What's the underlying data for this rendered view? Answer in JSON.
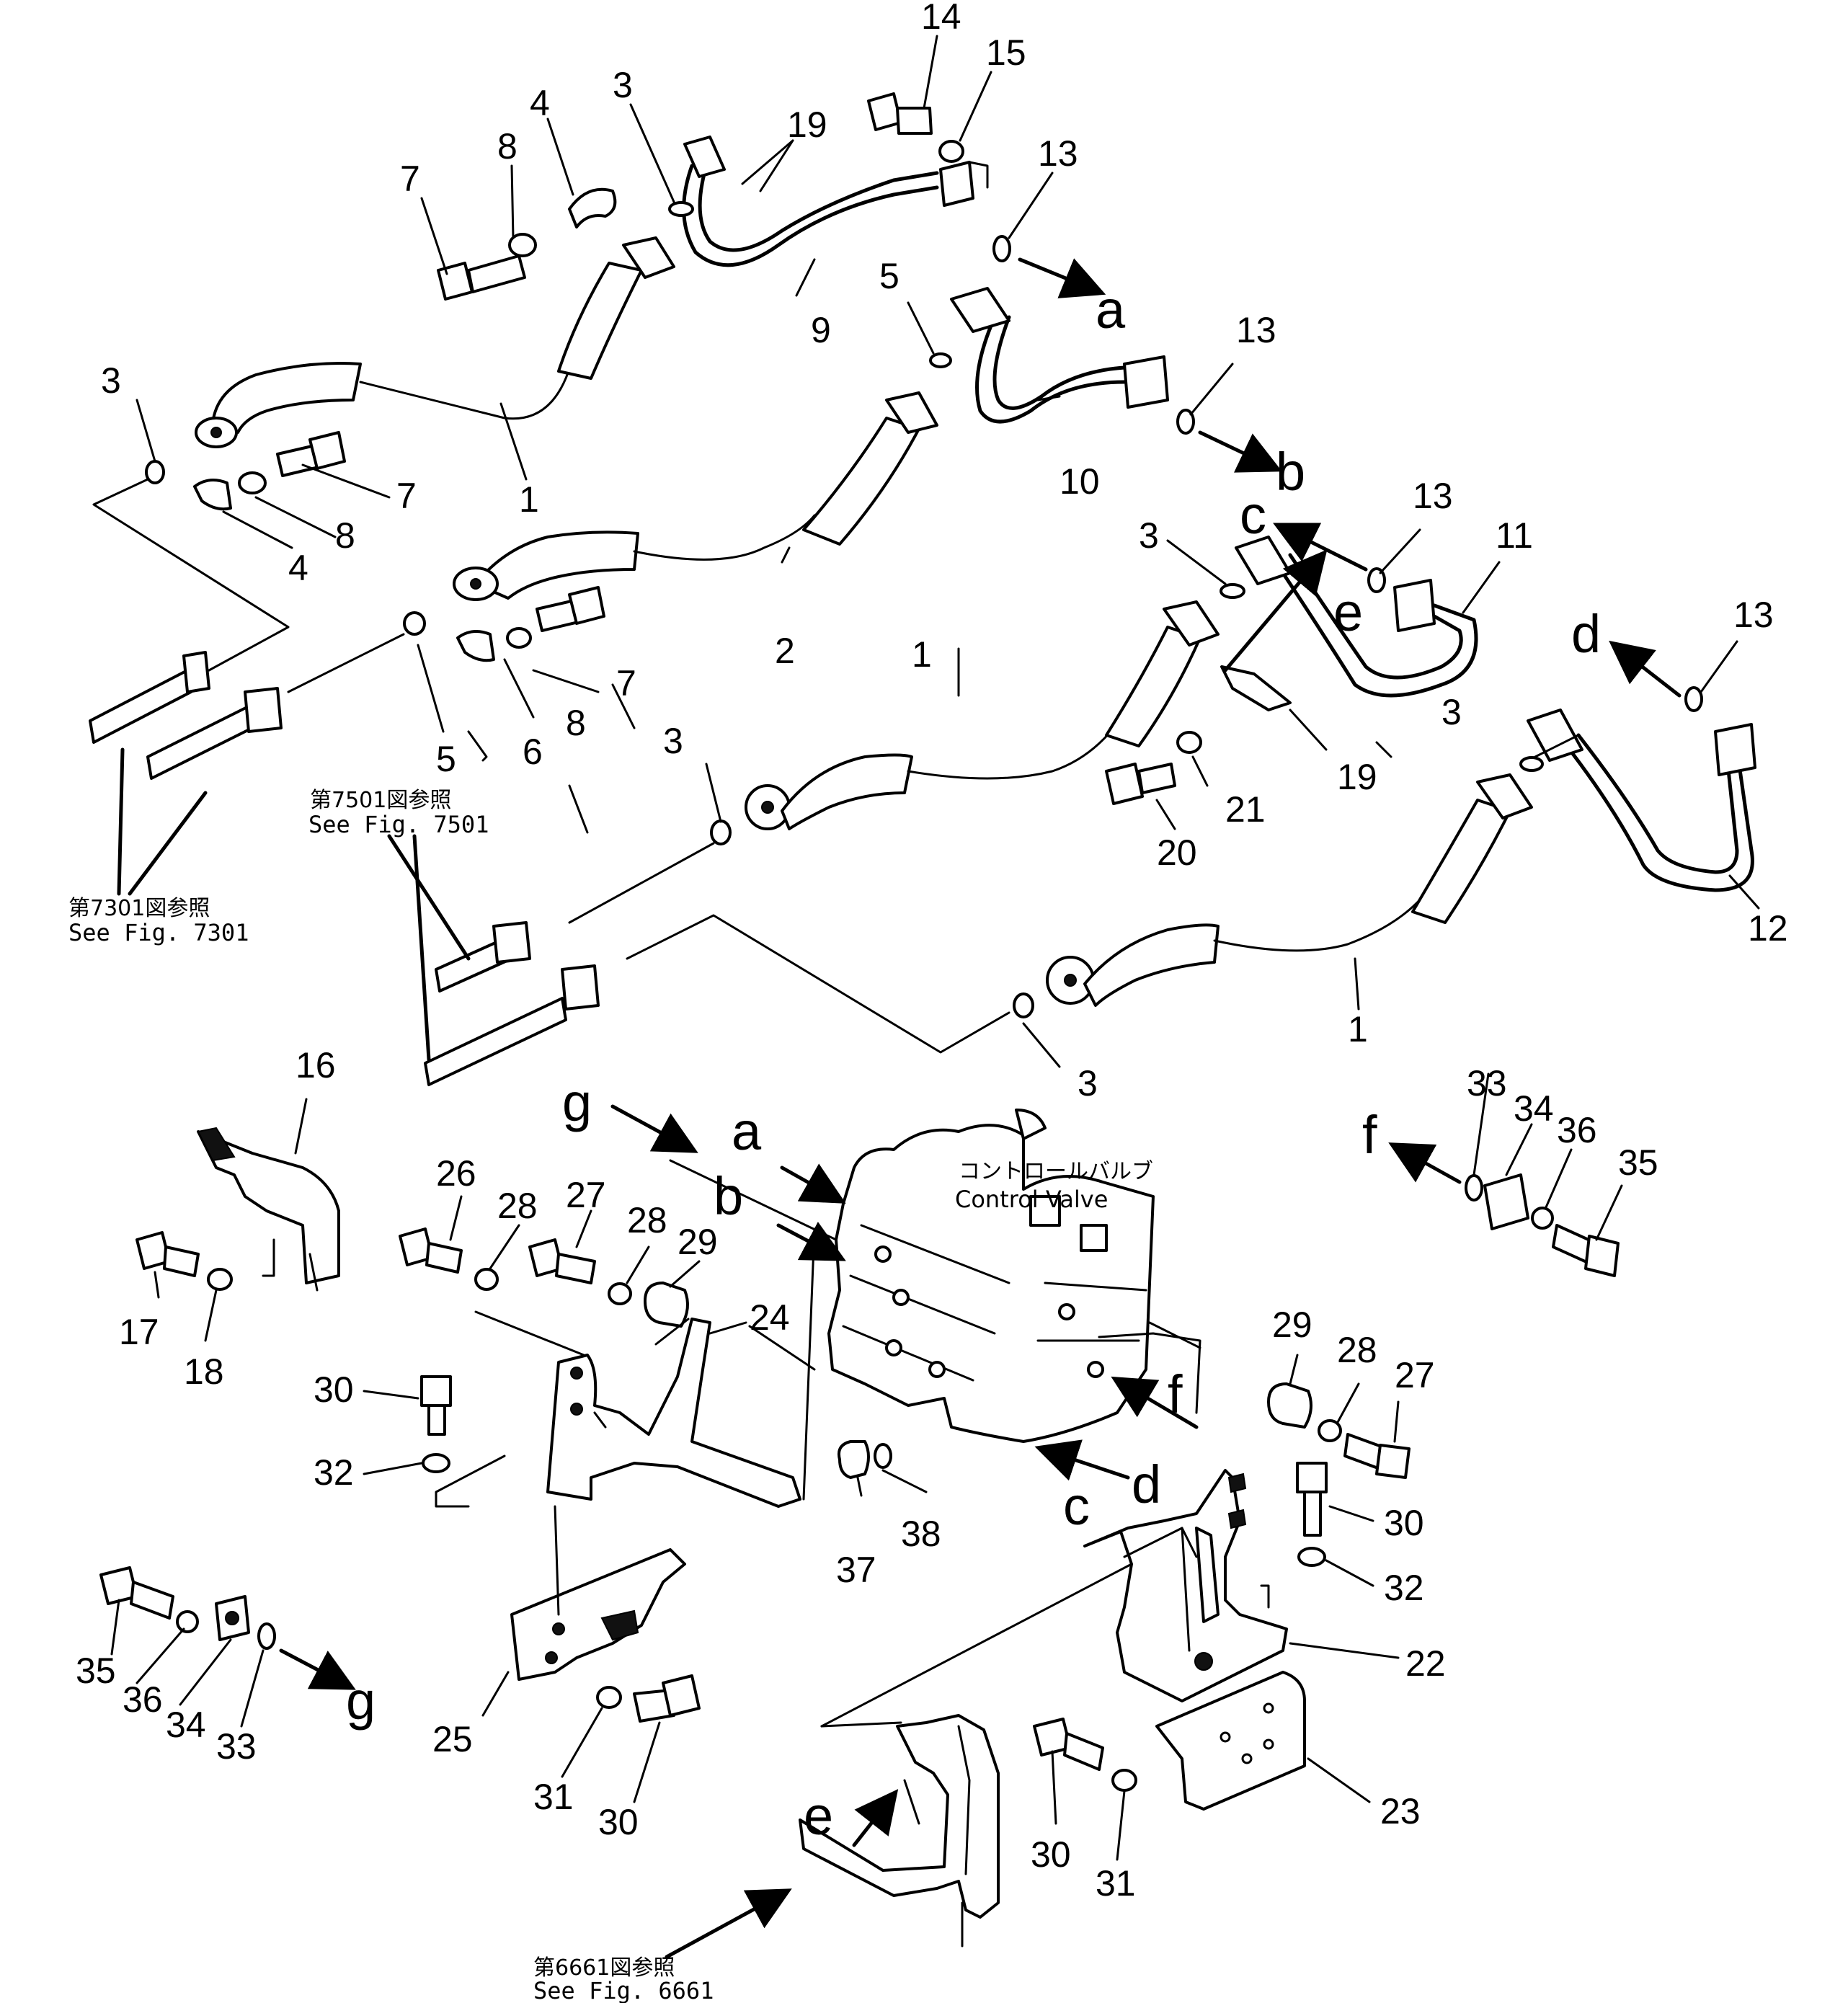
{
  "part_numbers": {
    "n1": "1",
    "n2": "2",
    "n3": "3",
    "n4": "4",
    "n5": "5",
    "n6": "6",
    "n7": "7",
    "n8": "8",
    "n9": "9",
    "n10": "10",
    "n11": "11",
    "n12": "12",
    "n13": "13",
    "n14": "14",
    "n15": "15",
    "n16": "16",
    "n17": "17",
    "n18": "18",
    "n19": "19",
    "n20": "20",
    "n21": "21",
    "n22": "22",
    "n23": "23",
    "n24": "24",
    "n25": "25",
    "n26": "26",
    "n27": "27",
    "n28": "28",
    "n29": "29",
    "n30": "30",
    "n31": "31",
    "n32": "32",
    "n33": "33",
    "n34": "34",
    "n35": "35",
    "n36": "36",
    "n37": "37",
    "n38": "38"
  },
  "connection_letters": {
    "a": "a",
    "b": "b",
    "c": "c",
    "d": "d",
    "e": "e",
    "f": "f",
    "g": "g"
  },
  "references": {
    "fig7301_jp": "第7301図参照",
    "fig7301_en": "See  Fig.  7301",
    "fig7501_jp": "第7501図参照",
    "fig7501_en": "See  Fig.  7501",
    "fig6661_jp": "第6661図参照",
    "fig6661_en": "See  Fig.  6661"
  },
  "control_valve": {
    "jp": "コントロールバルブ",
    "en": "Control  Valve"
  }
}
